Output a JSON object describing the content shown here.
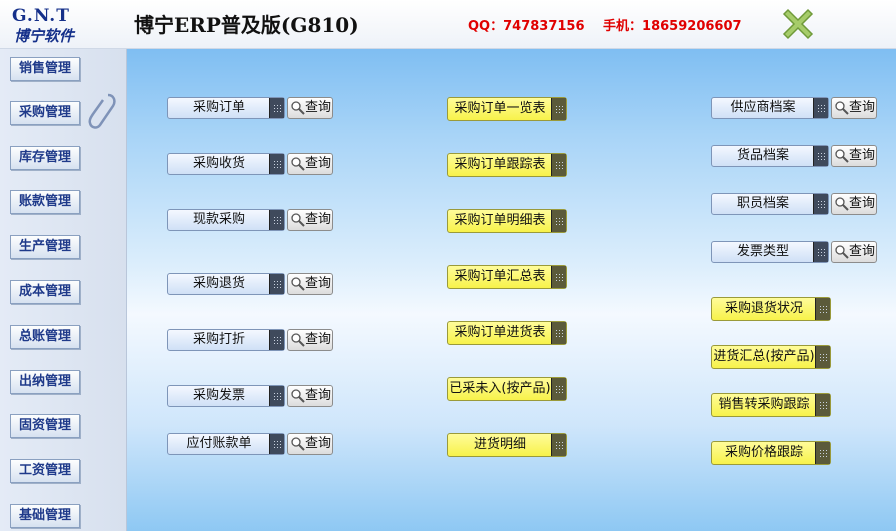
{
  "header": {
    "logo_top": "G.N.T",
    "logo_bottom": "博宁软件",
    "title": "博宁ERP普及版(G810)",
    "qq": "QQ：747837156",
    "phone": "手机：18659206607"
  },
  "sidebar": {
    "items": [
      {
        "label": "销售管理"
      },
      {
        "label": "采购管理"
      },
      {
        "label": "库存管理"
      },
      {
        "label": "账款管理"
      },
      {
        "label": "生产管理"
      },
      {
        "label": "成本管理"
      },
      {
        "label": "总账管理"
      },
      {
        "label": "出纳管理"
      },
      {
        "label": "固资管理"
      },
      {
        "label": "工资管理"
      },
      {
        "label": "基础管理"
      }
    ]
  },
  "main": {
    "query_label": "查询",
    "left_column": [
      {
        "label": "采购订单"
      },
      {
        "label": "采购收货"
      },
      {
        "label": "现款采购"
      },
      {
        "label": "采购退货"
      },
      {
        "label": "采购打折"
      },
      {
        "label": "采购发票"
      },
      {
        "label": "应付账款单"
      }
    ],
    "middle_column": [
      {
        "label": "采购订单一览表"
      },
      {
        "label": "采购订单跟踪表"
      },
      {
        "label": "采购订单明细表"
      },
      {
        "label": "采购订单汇总表"
      },
      {
        "label": "采购订单进货表"
      },
      {
        "label": "已采未入(按产品)"
      },
      {
        "label": "进货明细"
      }
    ],
    "right_archives": [
      {
        "label": "供应商档案"
      },
      {
        "label": "货品档案"
      },
      {
        "label": "职员档案"
      },
      {
        "label": "发票类型"
      }
    ],
    "right_reports": [
      {
        "label": "采购退货状况"
      },
      {
        "label": "进货汇总(按产品)"
      },
      {
        "label": "销售转采购跟踪"
      },
      {
        "label": "采购价格跟踪"
      }
    ]
  },
  "colors": {
    "accent_blue": "#1f3a8a",
    "contact_red": "#e00000",
    "report_yellow": "#f7f24a",
    "close_green": "#9bc45a"
  },
  "icons": {
    "close": "close-x-icon",
    "paperclip": "paperclip-icon",
    "magnifier": "magnifier-icon"
  }
}
